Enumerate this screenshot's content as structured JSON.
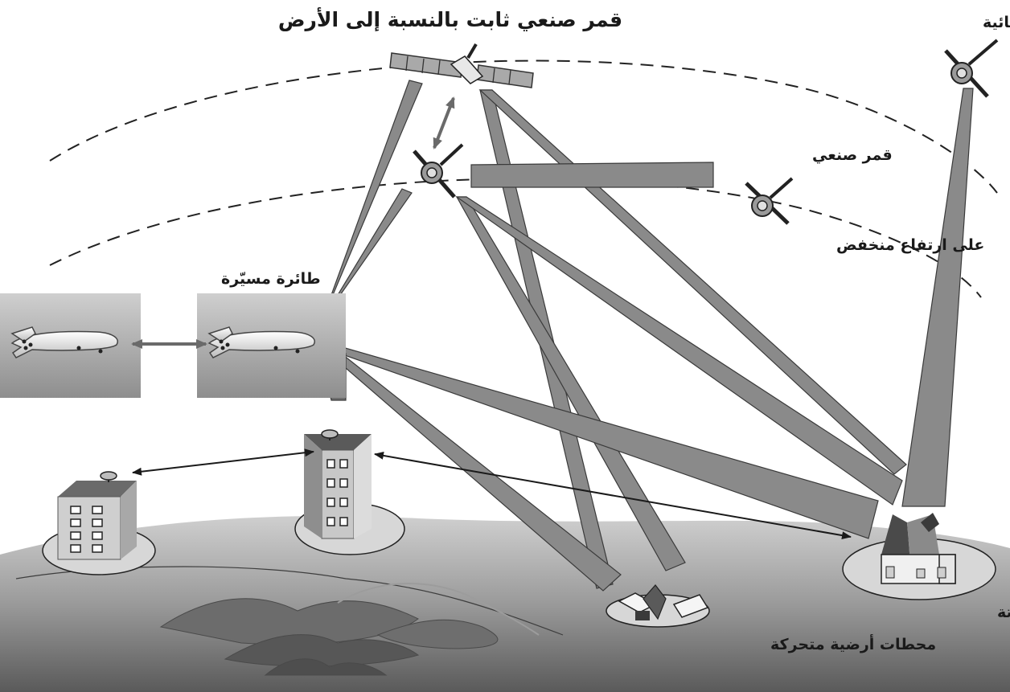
{
  "labels": {
    "geo_satellite": "قمر صنعي ثابت بالنسبة إلى الأرض",
    "spacecraft": "مركبة فضائية",
    "leo_satellite_line1": "قمر صنعي",
    "leo_satellite_line2": "على ارتفاع منخفض",
    "uav": "طائرة مسيّرة",
    "fixed_stations": "محطات أرضية ثابتة",
    "mobile_stations": "محطات أرضية متحركة"
  },
  "colors": {
    "beam": "#8a8a8a",
    "beam_stroke": "#3a3a3a",
    "ground_top": "#bdbdbd",
    "ground_bottom": "#5c5c5c",
    "orbit": "#222222"
  }
}
